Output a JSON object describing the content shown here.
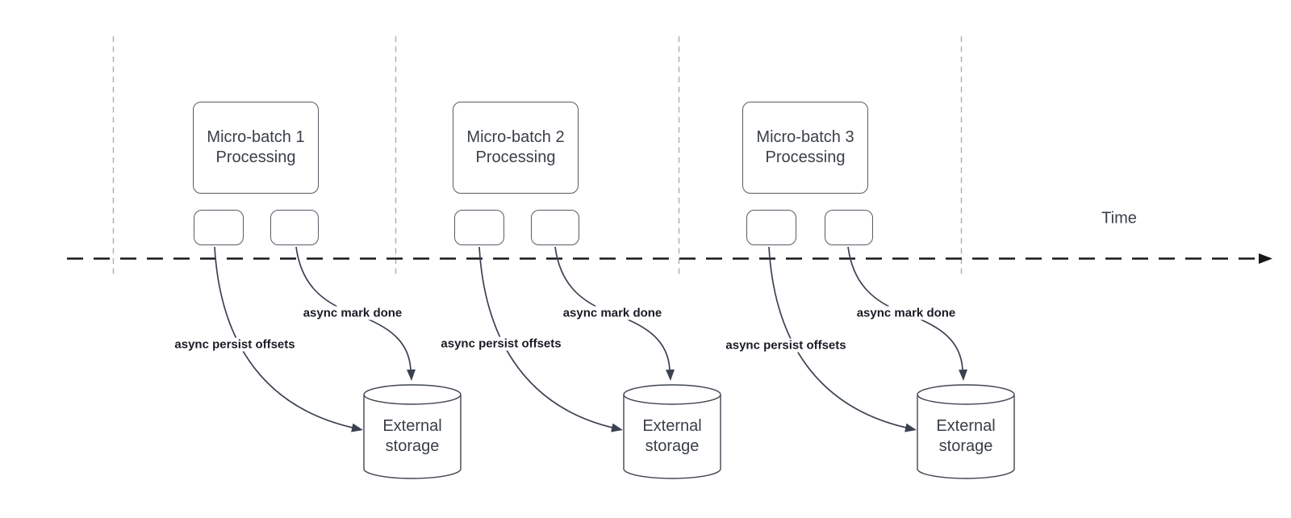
{
  "diagram": {
    "time_axis_label": "Time",
    "groups": [
      {
        "box_label": "Micro-batch 1\nProcessing",
        "persist_label": "async persist offsets",
        "done_label": "async mark done",
        "storage_label": "External\nstorage"
      },
      {
        "box_label": "Micro-batch 2\nProcessing",
        "persist_label": "async persist offsets",
        "done_label": "async mark done",
        "storage_label": "External\nstorage"
      },
      {
        "box_label": "Micro-batch 3\nProcessing",
        "persist_label": "async persist offsets",
        "done_label": "async mark done",
        "storage_label": "External\nstorage"
      }
    ],
    "colors": {
      "shape_stroke": "#565c66",
      "connector": "#3a4150",
      "axis": "#17181c",
      "divider": "#abaeb5",
      "shape_text": "#3a4048",
      "edge_label_text": "#191c24"
    }
  }
}
